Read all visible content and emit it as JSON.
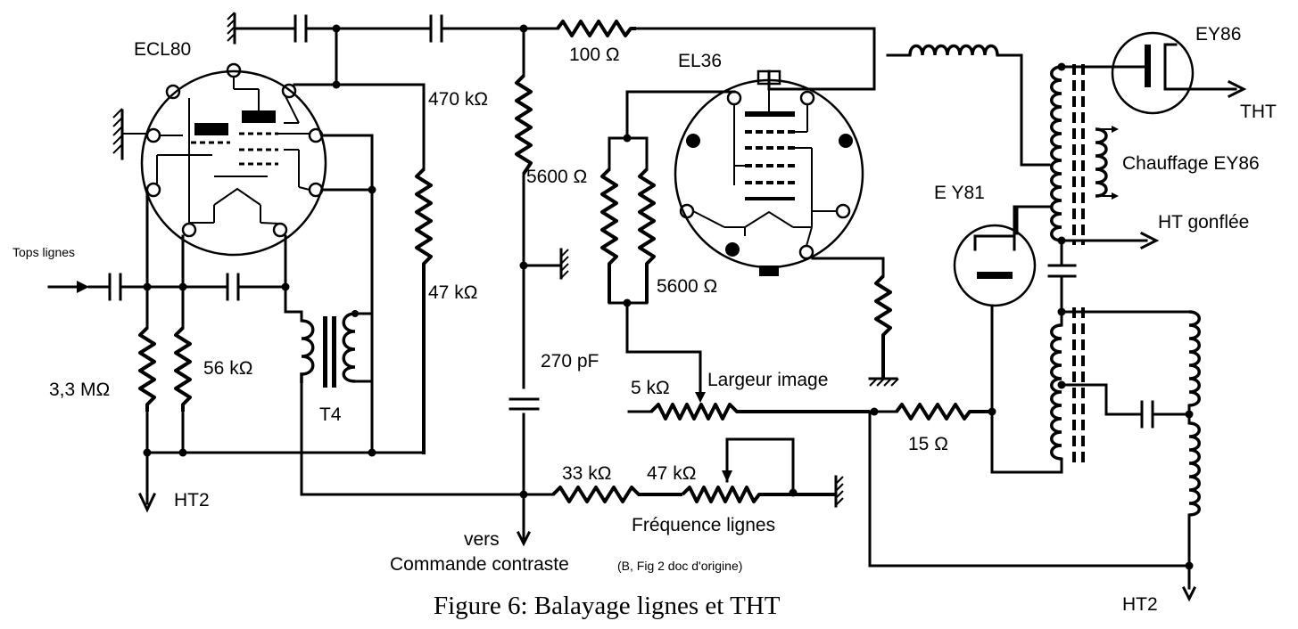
{
  "tubes": {
    "ecl80": "ECL80",
    "el36": "EL36",
    "ey86": "EY86",
    "ey81": "E Y81"
  },
  "components": {
    "r_100": "100 Ω",
    "r_470k": "470 kΩ",
    "r_5600_a": "5600 Ω",
    "r_5600_b": "5600 Ω",
    "r_47k_top": "47 kΩ",
    "r_3_3m": "3,3 MΩ",
    "r_56k": "56 kΩ",
    "transformer_t4": "T4",
    "c_270p": "270 pF",
    "pot_5k": "5 kΩ",
    "r_15": "15 Ω",
    "r_33k": "33 kΩ",
    "pot_47k": "47 kΩ"
  },
  "signals": {
    "tops_lignes": "Tops lignes",
    "ht2_left": "HT2",
    "ht2_right": "HT2",
    "tht": "THT",
    "chauffage": "Chauffage EY86",
    "ht_gonflee": "HT gonflée",
    "largeur_image": "Largeur image",
    "frequence_lignes": "Fréquence lignes",
    "vers": "vers",
    "commande_contraste": "Commande contraste",
    "commande_note": "(B, Fig 2 doc d'origine)"
  },
  "caption": "Figure 6:  Balayage lignes et THT"
}
